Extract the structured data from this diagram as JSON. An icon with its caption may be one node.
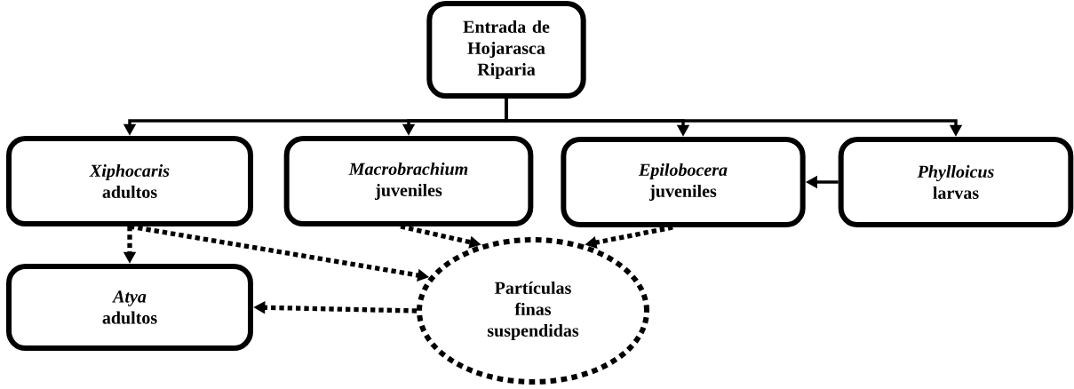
{
  "diagram": {
    "nodes": [
      {
        "text": [
          "Entrada de Hojarasca Riparia"
        ]
      },
      {
        "text": [
          "Xiphocaris",
          "adultos"
        ]
      },
      {
        "text": [
          "Macrobrachium",
          "juveniles"
        ]
      },
      {
        "text": [
          "Epilobocera",
          "juveniles"
        ]
      },
      {
        "text": [
          "Phylloicus",
          "larvas"
        ]
      },
      {
        "text": [
          "Atya",
          "adultos"
        ]
      },
      {
        "text": [
          "Partículas finas suspendidas"
        ]
      }
    ],
    "edges": [
      {
        "from": 0,
        "to": 1,
        "arrow": "to"
      },
      {
        "from": 0,
        "to": 2,
        "arrow": "to"
      },
      {
        "from": 0,
        "to": 3,
        "arrow": "to"
      },
      {
        "from": 0,
        "to": 4,
        "arrow": "to"
      },
      {
        "from": 4,
        "to": 3,
        "arrow": "to"
      },
      {
        "from": 1,
        "to": 5,
        "arrow": "to",
        "style": "dashed"
      },
      {
        "from": 1,
        "to": 6,
        "arrow": "to",
        "style": "dashed"
      },
      {
        "from": 2,
        "to": 6,
        "arrow": "to",
        "style": "dashed"
      },
      {
        "from": 3,
        "to": 6,
        "arrow": "to",
        "style": "dashed"
      },
      {
        "from": 6,
        "to": 5,
        "arrow": "to",
        "style": "dashed"
      }
    ]
  }
}
